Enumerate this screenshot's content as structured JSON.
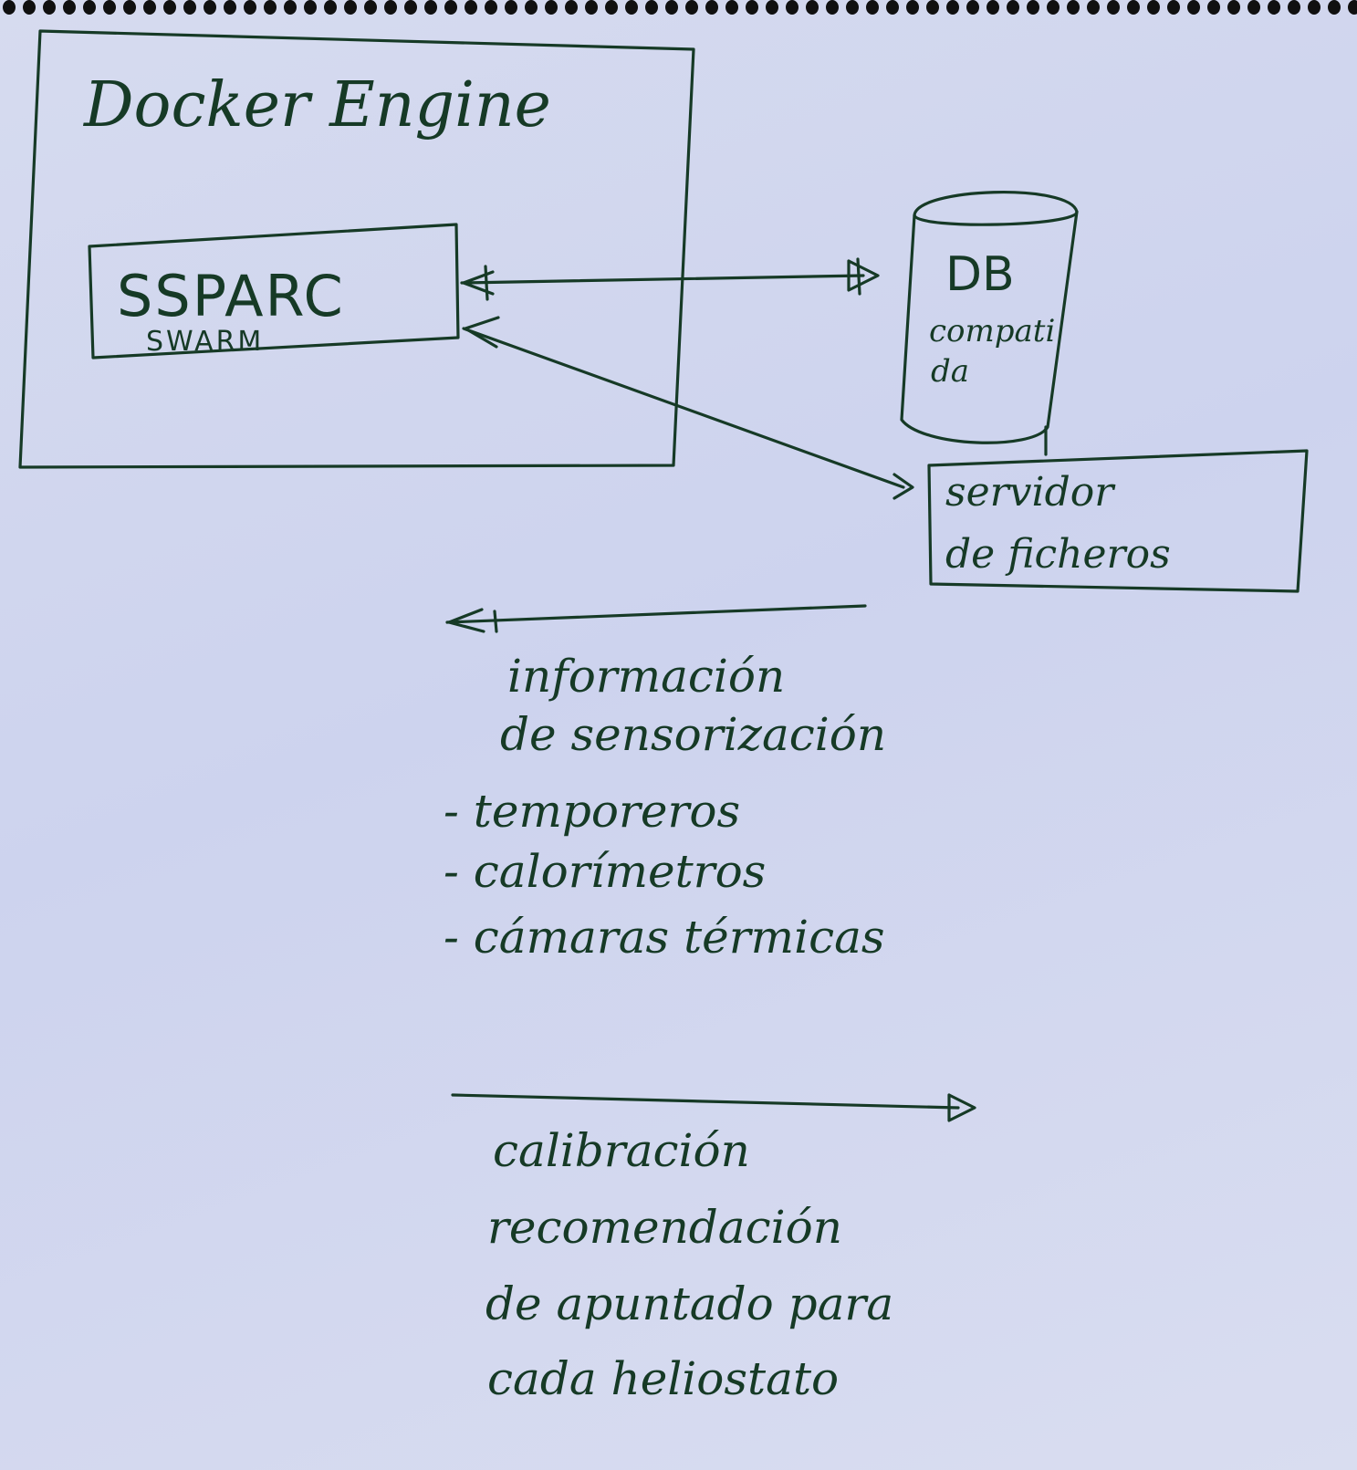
{
  "engine": {
    "title": "Docker Engine"
  },
  "app": {
    "name": "SSPARC",
    "sub": "SWARM"
  },
  "database": {
    "label": "DB",
    "line1": "compati",
    "line2": "da"
  },
  "file_server": {
    "line1": "servidor",
    "line2": "de ficheros"
  },
  "incoming": {
    "line1": "información",
    "line2": "de sensorización",
    "items": [
      "- temporeros",
      "- calorímetros",
      "- cámaras térmicas"
    ]
  },
  "outgoing": {
    "line1": "calibración",
    "line2": "recomendación",
    "line3": "de apuntado para",
    "line4": "cada heliostato"
  }
}
